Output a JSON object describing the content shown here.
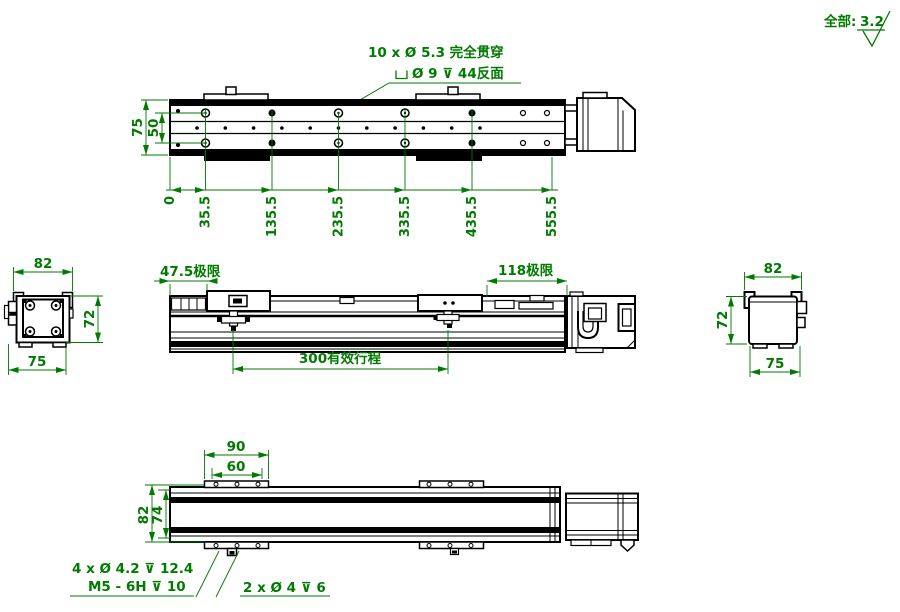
{
  "colors": {
    "dimension": "#007a00",
    "line": "#000000",
    "background": "#ffffff"
  },
  "finish_note": {
    "label": "全部:",
    "value": "3.2"
  },
  "top_hole_note": {
    "line1": "10 x Ø 5.3 完全贯穿",
    "line2": "Ø 9 ⊽ 44反面"
  },
  "top_view": {
    "dim_height": "75",
    "dim_hole_rows": "50",
    "ordinates": [
      "0",
      "35.5",
      "135.5",
      "235.5",
      "335.5",
      "435.5",
      "555.5"
    ]
  },
  "front_view": {
    "dim_left_limit": "47.5极限",
    "dim_right_limit": "118极限",
    "dim_stroke": "300有效行程"
  },
  "left_section": {
    "dim_width": "82",
    "dim_height": "72",
    "dim_base": "75"
  },
  "right_section": {
    "dim_width": "82",
    "dim_height": "72",
    "dim_base": "75"
  },
  "bottom_view": {
    "dim_plate": "90",
    "dim_holes": "60",
    "dim_height": "82",
    "dim_inner": "74"
  },
  "bottom_note_left": {
    "line1": "4 x Ø 4.2 ⊽ 12.4",
    "line2": "M5 - 6H ⊽ 10"
  },
  "bottom_note_right": {
    "line1": "2 x Ø 4 ⊽ 6"
  }
}
